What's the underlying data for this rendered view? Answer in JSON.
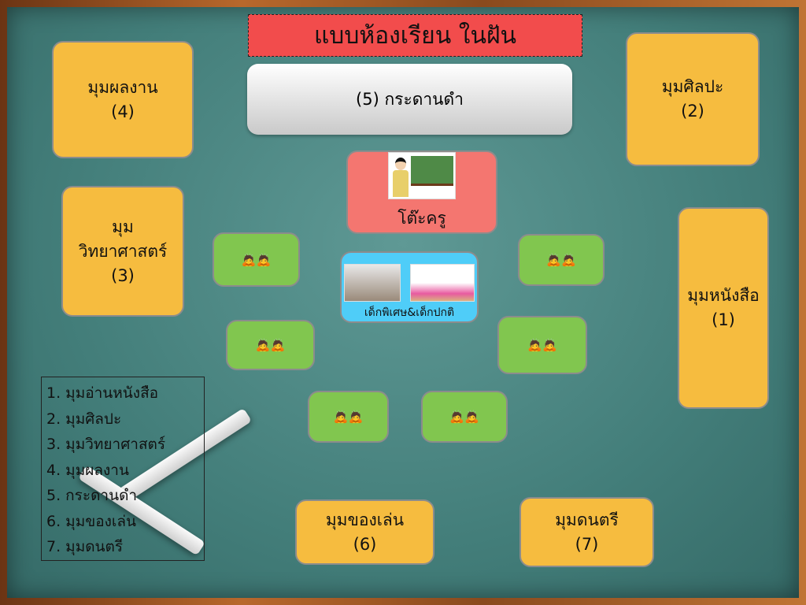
{
  "title": "แบบห้องเรียน ในฝัน",
  "blackboard": "(5) กระดานดำ",
  "corners": {
    "works": {
      "name": "มุมผลงาน",
      "num": "(4)"
    },
    "art": {
      "name": "มุมศิลปะ",
      "num": "(2)"
    },
    "science": {
      "name1": "มุม",
      "name2": "วิทยาศาสตร์",
      "num": "(3)"
    },
    "books": {
      "name": "มุมหนังสือ",
      "num": "(1)"
    },
    "toys": {
      "name": "มุมของเล่น",
      "num": "(6)"
    },
    "music": {
      "name": "มุมดนตรี",
      "num": "(7)"
    }
  },
  "teacher_desk": "โต๊ะครู",
  "students": "เด็กพิเศษ&เด็กปกติ",
  "desk_icon": "🙇🙇",
  "legend": [
    "1.  มุมอ่านหนังสือ",
    "2.  มุมศิลปะ",
    "3.  มุมวิทยาศาสตร์",
    "4.  มุมผลงาน",
    "5.  กระดานดำ",
    "6.  มุมของเล่น",
    "7.  มุมดนตรี"
  ]
}
